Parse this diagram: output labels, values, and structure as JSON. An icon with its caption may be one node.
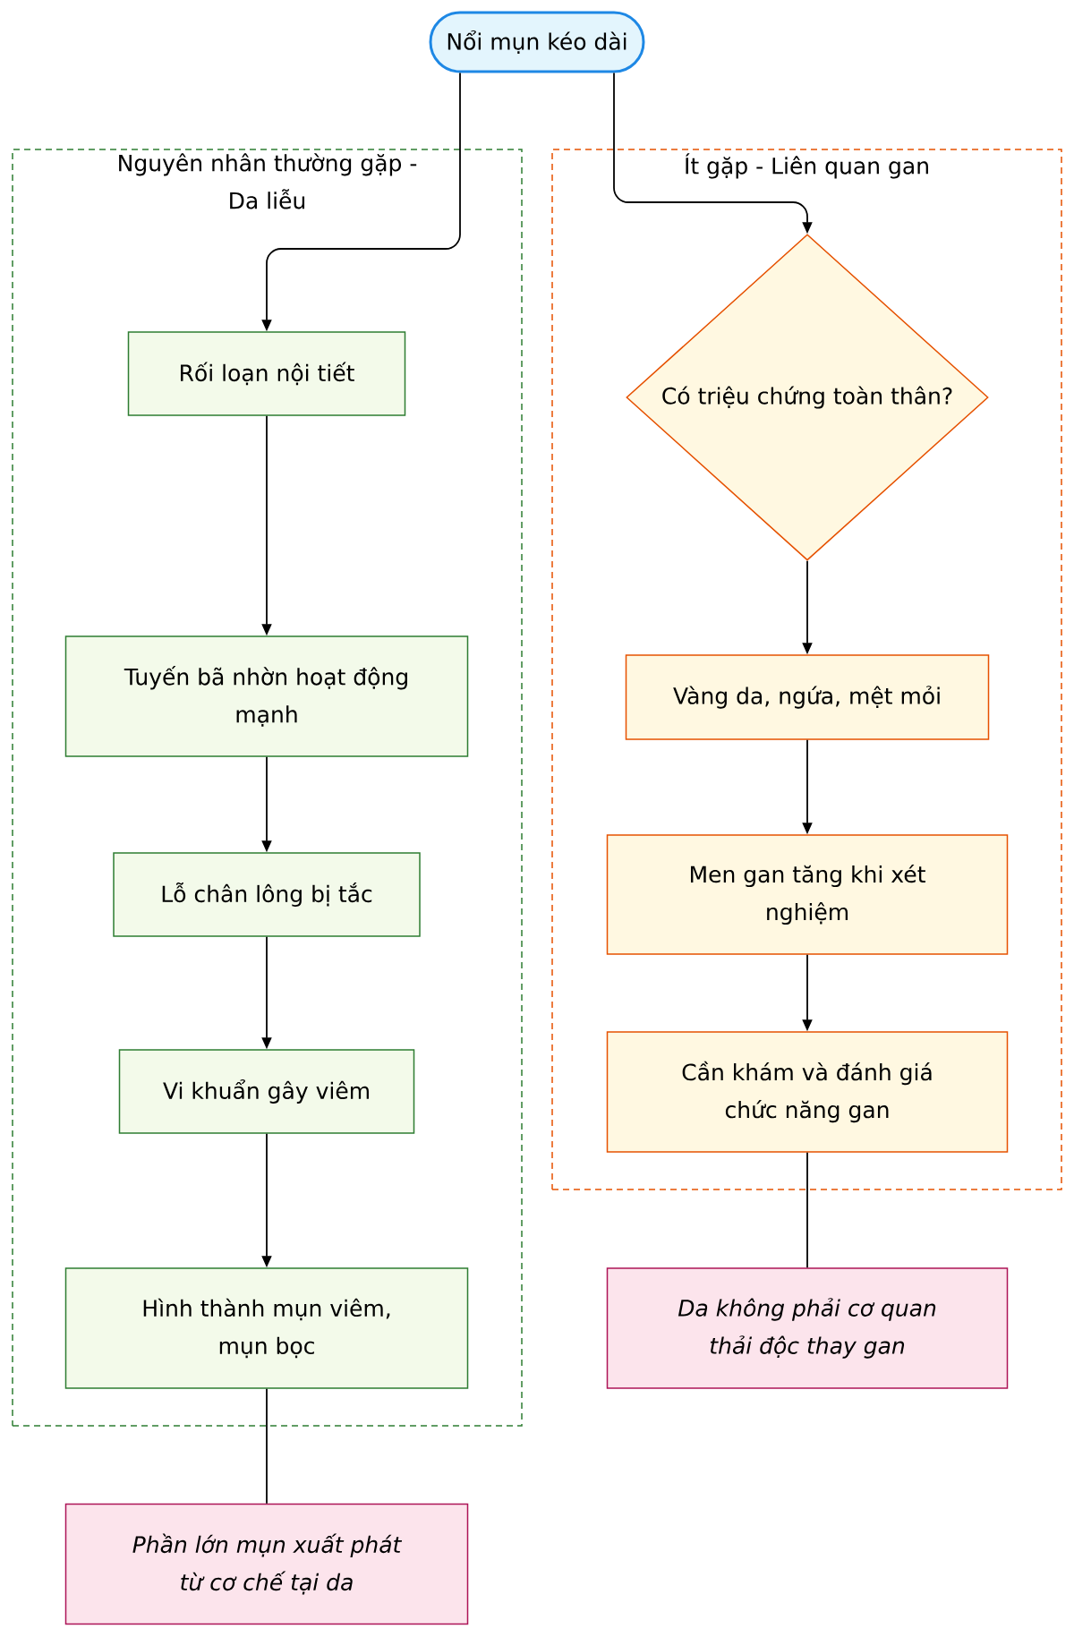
{
  "diagram": {
    "nodes": [
      {
        "text": [
          "Nổi mụn kéo dài"
        ]
      },
      {
        "text": [
          "Nguyên nhân thường gặp - Da liễu"
        ]
      },
      {
        "text": [
          "Rối loạn nội tiết"
        ],
        "in": 1
      },
      {
        "text": [
          "Tuyến bã nhờn hoạt động mạnh"
        ],
        "in": 1
      },
      {
        "text": [
          "Lỗ chân lông bị tắc"
        ],
        "in": 1
      },
      {
        "text": [
          "Vi khuẩn gây viêm"
        ],
        "in": 1
      },
      {
        "text": [
          "Hình thành mụn viêm, mụn bọc"
        ],
        "in": 1
      },
      {
        "text": [
          "Phần lớn mụn xuất phát từ cơ chế tại da"
        ]
      },
      {
        "text": [
          "Ít gặp - Liên quan gan"
        ]
      },
      {
        "text": [
          "Có triệu chứng toàn thân?"
        ],
        "in": 8
      },
      {
        "text": [
          "Vàng da, ngứa, mệt mỏi"
        ],
        "in": 8
      },
      {
        "text": [
          "Men gan tăng khi xét nghiệm"
        ],
        "in": 8
      },
      {
        "text": [
          "Cần khám và đánh giá chức năng gan"
        ],
        "in": 8
      },
      {
        "text": [
          "Da không phải cơ quan thải độc thay gan"
        ]
      }
    ],
    "edges": [
      {
        "from": 0,
        "to": 2,
        "arrow": "to"
      },
      {
        "from": 0,
        "to": 9,
        "arrow": "to"
      },
      {
        "from": 2,
        "to": 3,
        "arrow": "to"
      },
      {
        "from": 3,
        "to": 4,
        "arrow": "to"
      },
      {
        "from": 4,
        "to": 5,
        "arrow": "to"
      },
      {
        "from": 5,
        "to": 6,
        "arrow": "to"
      },
      {
        "from": 6,
        "to": 7,
        "arrow": "none"
      },
      {
        "from": 9,
        "to": 10,
        "arrow": "to"
      },
      {
        "from": 10,
        "to": 11,
        "arrow": "to"
      },
      {
        "from": 11,
        "to": 12,
        "arrow": "to"
      },
      {
        "from": 12,
        "to": 13,
        "arrow": "none"
      }
    ]
  }
}
